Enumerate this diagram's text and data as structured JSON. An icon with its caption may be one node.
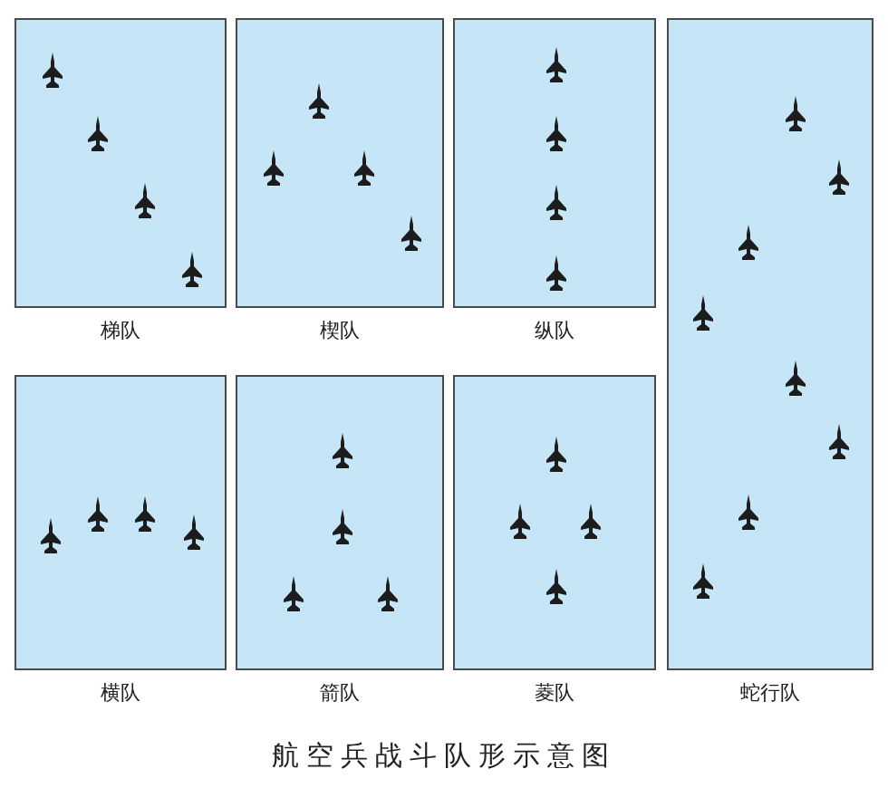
{
  "diagram": {
    "caption": "航空兵战斗队形示意图",
    "nodes": [
      {
        "text": [
          "梯队"
        ]
      },
      {
        "text": [
          "楔队"
        ]
      },
      {
        "text": [
          "纵队"
        ]
      },
      {
        "text": [
          "横队"
        ]
      },
      {
        "text": [
          "箭队"
        ]
      },
      {
        "text": [
          "菱队"
        ]
      },
      {
        "text": [
          "蛇行队"
        ]
      }
    ]
  }
}
